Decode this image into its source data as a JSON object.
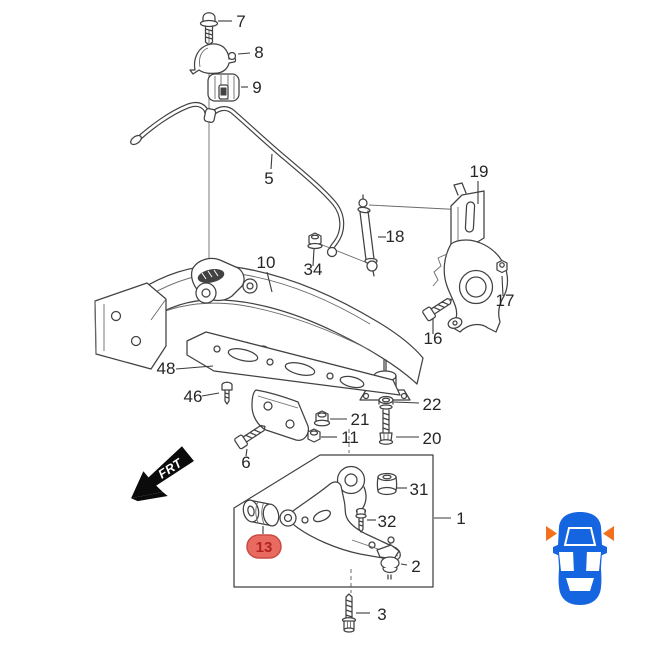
{
  "diagram": {
    "kind": "exploded-parts-diagram",
    "labels": {
      "p1": "1",
      "p2": "2",
      "p3": "3",
      "p5": "5",
      "p6": "6",
      "p7": "7",
      "p8": "8",
      "p9": "9",
      "p10": "10",
      "p11": "11",
      "p13": "13",
      "p16": "16",
      "p17": "17",
      "p18": "18",
      "p19": "19",
      "p20": "20",
      "p21": "21",
      "p22": "22",
      "p31": "31",
      "p32": "32",
      "p34": "34",
      "p46": "46",
      "p48": "48"
    },
    "highlighted_label": "13",
    "frt_marker": {
      "label": "FRT"
    },
    "colors": {
      "line": "#424242",
      "label_text": "#262626",
      "highlight_bg": "#e96a60",
      "highlight_border": "#c84b42",
      "highlight_text": "#b32421",
      "frt_black": "#0b0b0b",
      "car_blue": "#1565e0",
      "arrow_orange": "#f26f1d",
      "background": "#ffffff"
    },
    "icons": {
      "direction": "frt-direction-arrow",
      "position_indicator": "car-top-view-icon",
      "axle_markers": "front-axle-arrow-icons"
    }
  }
}
